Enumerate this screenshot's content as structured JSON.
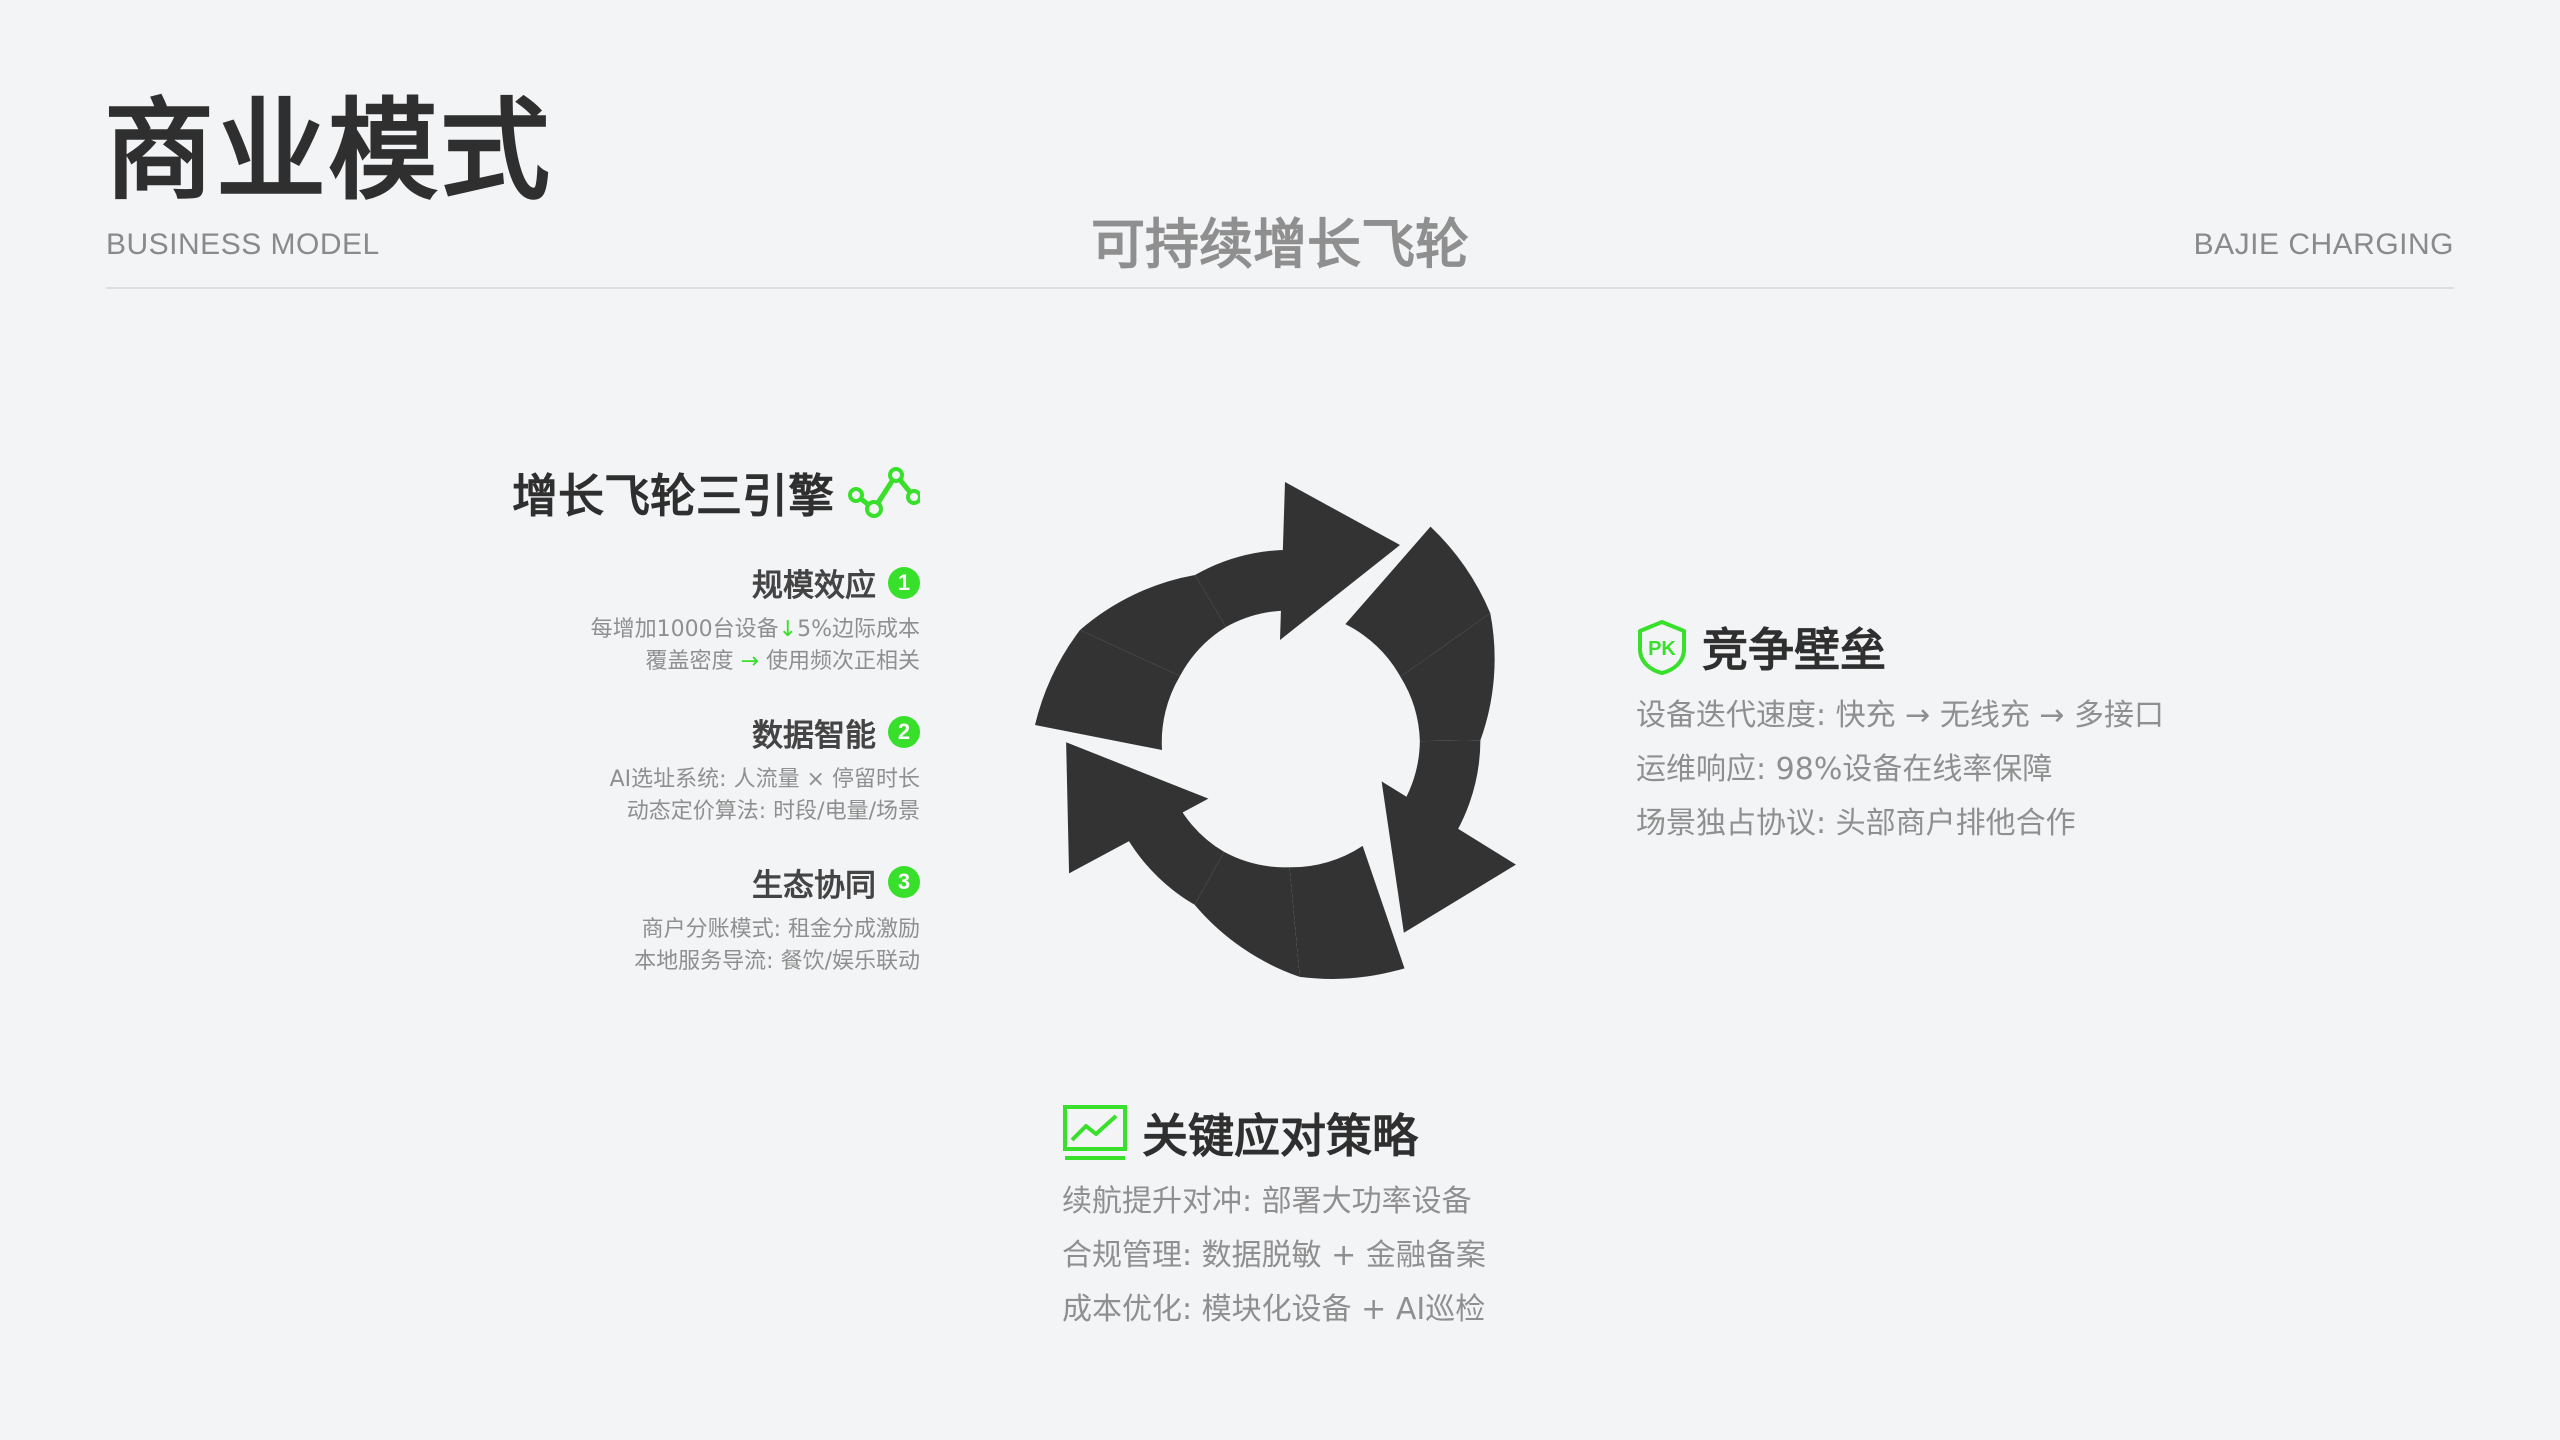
{
  "header": {
    "title": "商业模式",
    "subtitle": "BUSINESS MODEL",
    "center_title": "可持续增长飞轮",
    "brand": "BAJIE CHARGING"
  },
  "colors": {
    "accent": "#39e02b",
    "dark": "#333333",
    "muted": "#8f8f8f",
    "background": "#f3f4f6"
  },
  "engines": {
    "title": "增长飞轮三引擎",
    "icon": "growth-chart-icon",
    "items": [
      {
        "name": "规模效应",
        "badge": "1",
        "line1_a": "每增加1000台设备",
        "line1_arrow": "↓",
        "line1_b": "5%边际成本",
        "line2_a": "覆盖密度",
        "line2_arrow": "→",
        "line2_b": "使用频次正相关"
      },
      {
        "name": "数据智能",
        "badge": "2",
        "line1": "AI选址系统: 人流量 × 停留时长",
        "line2": "动态定价算法: 时段/电量/场景"
      },
      {
        "name": "生态协同",
        "badge": "3",
        "line1": "商户分账模式: 租金分成激励",
        "line2": "本地服务导流: 餐饮/娱乐联动"
      }
    ]
  },
  "barrier": {
    "title": "竞争壁垒",
    "icon": "pk-shield-icon",
    "lines": [
      "设备迭代速度: 快充 → 无线充 → 多接口",
      "运维响应: 98%设备在线率保障",
      "场景独占协议: 头部商户排他合作"
    ]
  },
  "strategy": {
    "title": "关键应对策略",
    "icon": "trend-monitor-icon",
    "lines": [
      "续航提升对冲: 部署大功率设备",
      "合规管理: 数据脱敏 + 金融备案",
      "成本优化: 模块化设备 + AI巡检"
    ]
  },
  "cycle": {
    "icon": "cycle-arrows-icon"
  }
}
